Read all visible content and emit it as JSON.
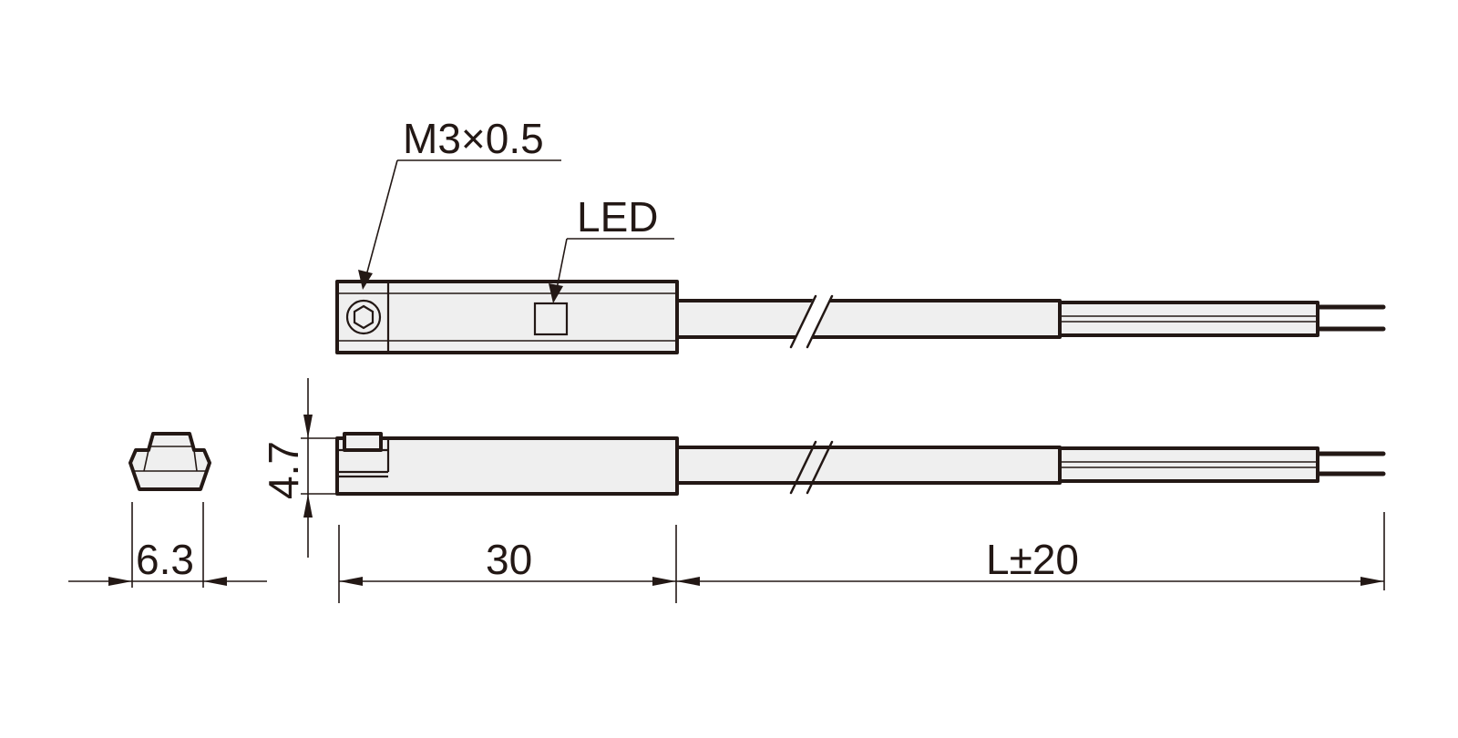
{
  "labels": {
    "thread": "M3×0.5",
    "led": "LED",
    "height": "4.7",
    "width": "6.3",
    "body_length": "30",
    "cable_length": "L±20"
  },
  "colors": {
    "line": "#231815",
    "body_fill": "#efefef",
    "background": "#ffffff"
  }
}
